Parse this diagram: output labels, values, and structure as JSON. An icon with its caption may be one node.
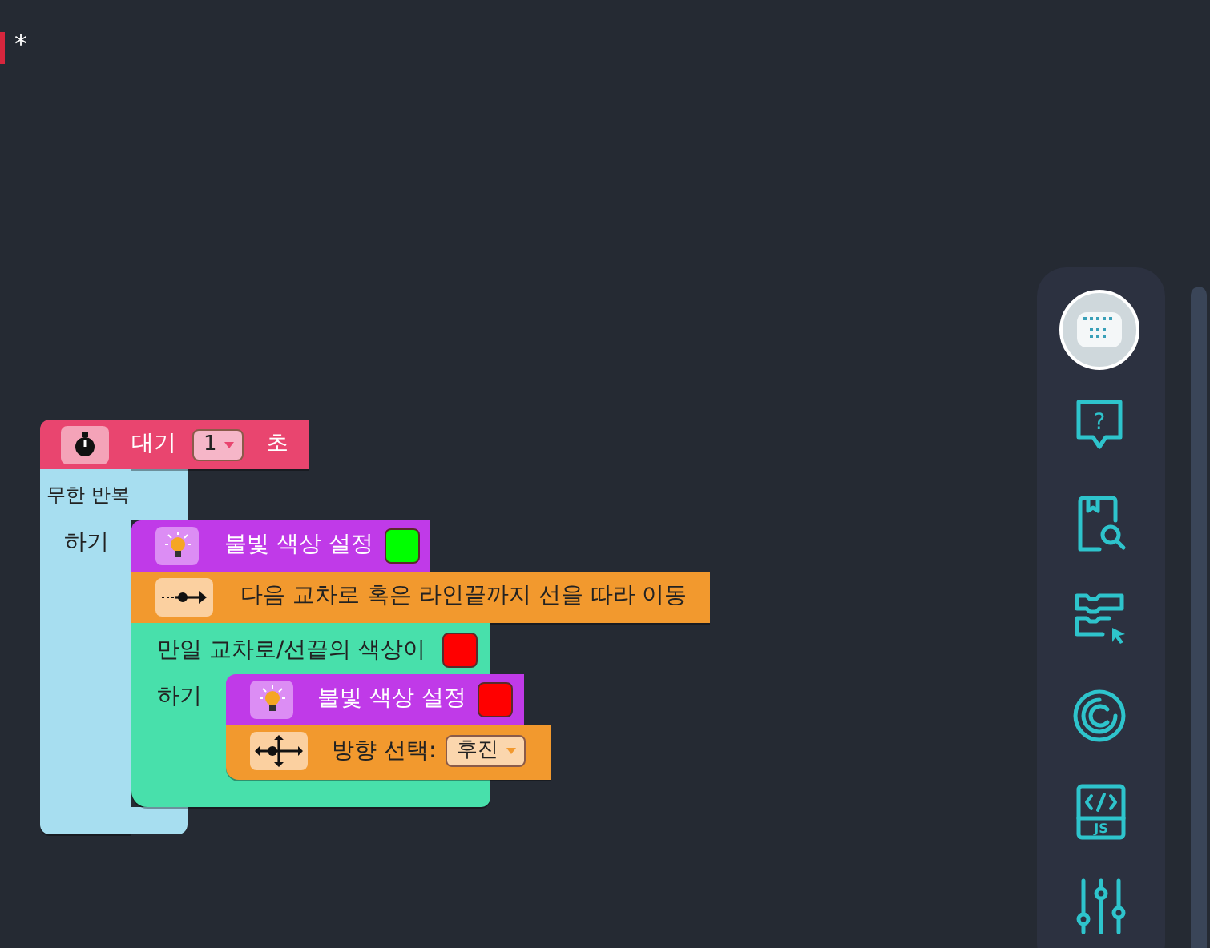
{
  "diagram": {
    "nodes": [
      {
        "text": [
          "대기",
          "1",
          "초"
        ]
      },
      {
        "text": [
          "무한 반복",
          "하기"
        ]
      },
      {
        "text": [
          "불빛 색상 설정"
        ]
      },
      {
        "text": [
          "다음 교차로 혹은 라인끝까지 선을 따라 이동"
        ]
      },
      {
        "text": [
          "만일 교차로/선끝의 색상이",
          "하기"
        ]
      },
      {
        "text": [
          "불빛 색상 설정"
        ]
      },
      {
        "text": [
          "방향 선택:",
          "후진"
        ]
      }
    ],
    "labels": [
      "*",
      "?",
      "JS"
    ]
  }
}
